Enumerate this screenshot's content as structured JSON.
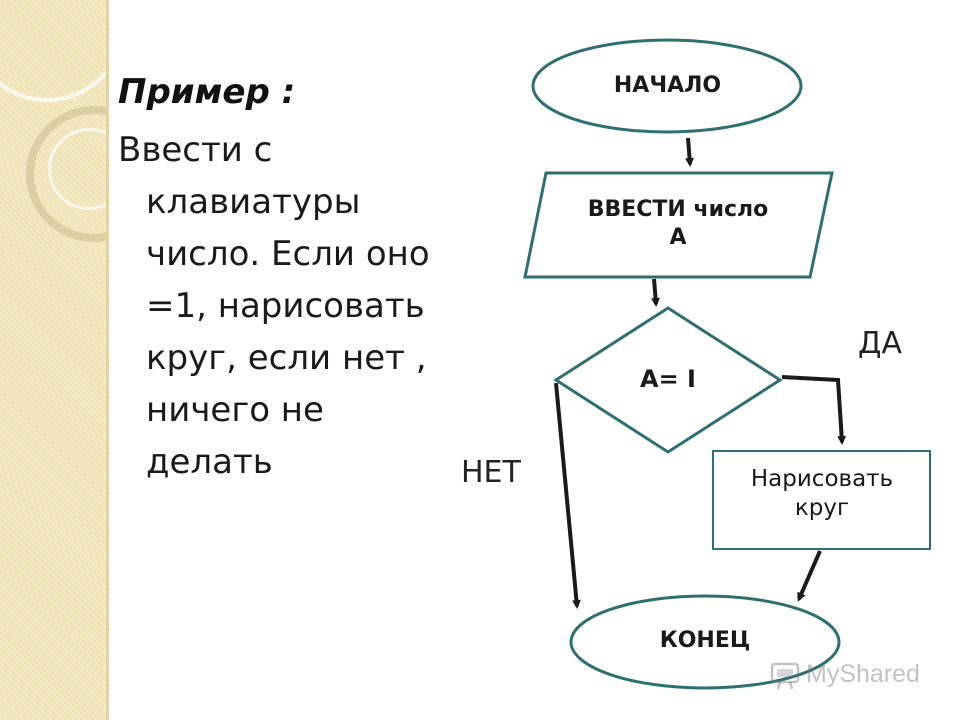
{
  "slide": {
    "title": "Пример :",
    "task_lines": [
      "Ввести с",
      "клавиатуры",
      "число. Если оно",
      "=1,  нарисовать",
      "круг, если нет ,",
      "ничего не",
      "делать"
    ]
  },
  "flowchart": {
    "start_label": "НАЧАЛО",
    "input_label_line1": "ВВЕСТИ число",
    "input_label_line2": "А",
    "condition_label": "А= I",
    "yes_label": "ДА",
    "no_label": "НЕТ",
    "action_label_line1": "Нарисовать",
    "action_label_line2": "круг",
    "end_label": "КОНЕЦ"
  },
  "watermark": {
    "text": "MyShared"
  },
  "colors": {
    "shape_stroke": "#2e6f74",
    "arrow": "#1a1a1a",
    "side_band": "#f2e4b9"
  }
}
